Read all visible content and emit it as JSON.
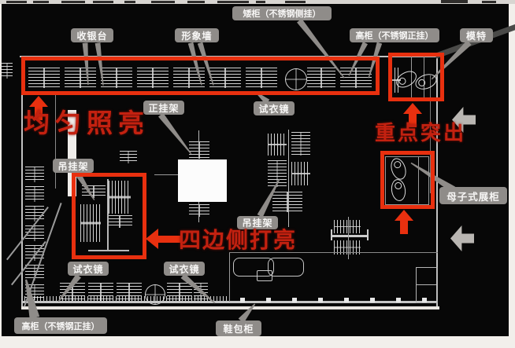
{
  "callouts": {
    "aigui_top": "矮柜（不锈钢侧挂）",
    "shouyintai": "收银台",
    "xingxiangqiang": "形象墙",
    "gaogui_top": "高柜（不锈钢正挂）",
    "mote": "模特",
    "zhengguajia": "正挂架",
    "shiyijing_top": "试衣镜",
    "diaoguajia_left": "吊挂架",
    "diaoguajia_mid": "吊挂架",
    "muzi": "母子式展柜",
    "shiyijing_bottom_left": "试衣镜",
    "shiyijing_bottom_mid": "试衣镜",
    "gaogui_bottom": "高柜（不锈钢正挂）",
    "xiebaogui": "鞋包柜"
  },
  "lighting_notes": {
    "uniform": "均匀照亮",
    "key_highlight": "重点突出",
    "four_sides": "四边侧打亮"
  },
  "colors": {
    "highlight_red": "#e8300f",
    "note_red": "#c32110",
    "callout_bg": "#8f8c89",
    "callout_text": "#f7f6f5",
    "drawing_line": "#c0c0c0",
    "canvas_bg": "#070707"
  }
}
